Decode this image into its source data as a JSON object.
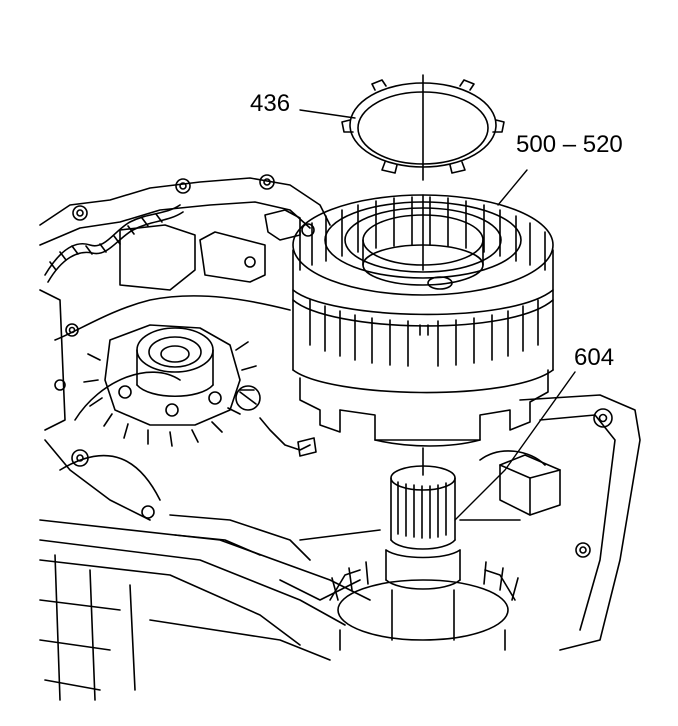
{
  "callouts": {
    "snap_ring": "436",
    "clutch_assembly": "500 – 520",
    "shaft": "604"
  },
  "colors": {
    "line": "#000000",
    "background": "#ffffff"
  }
}
